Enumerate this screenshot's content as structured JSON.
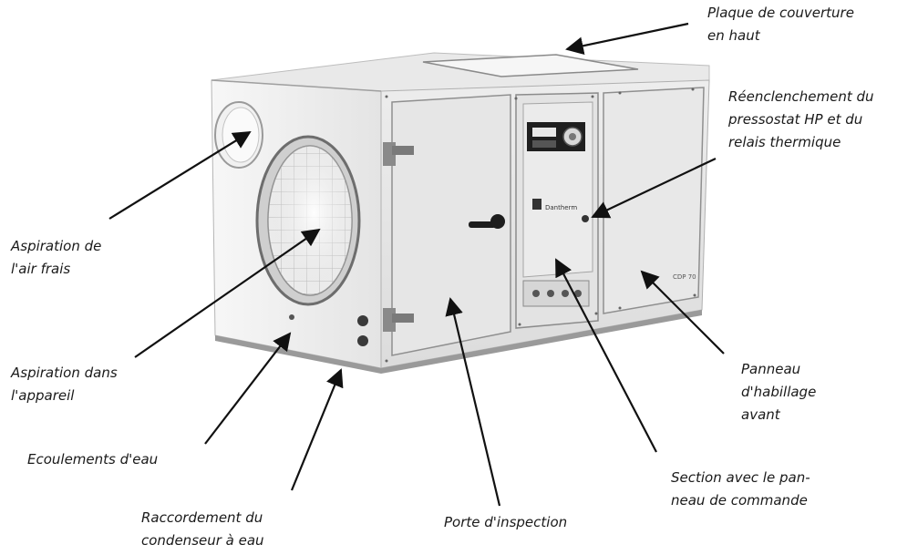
{
  "device": {
    "brand": "Dantherm",
    "model": "CDP 70"
  },
  "colors": {
    "body": "#ececec",
    "panel": "#e2e2e2",
    "arrow": "#111111"
  },
  "labels": {
    "top_cover": [
      "Plaque de couverture",
      "en haut"
    ],
    "reset": [
      "Réenclenchement du",
      "pressostat HP et du",
      "relais thermique"
    ],
    "fresh_air": [
      "Aspiration de",
      "l'air frais"
    ],
    "intake": [
      "Aspiration dans",
      "l'appareil"
    ],
    "drain": [
      "Ecoulements d'eau"
    ],
    "condenser": [
      "Raccordement du",
      "condenseur à eau"
    ],
    "inspection": [
      "Porte d'inspection"
    ],
    "control_section": [
      "Section avec le pan-",
      "neau de commande"
    ],
    "front_panel": [
      "Panneau",
      "d'habillage",
      "avant"
    ]
  }
}
